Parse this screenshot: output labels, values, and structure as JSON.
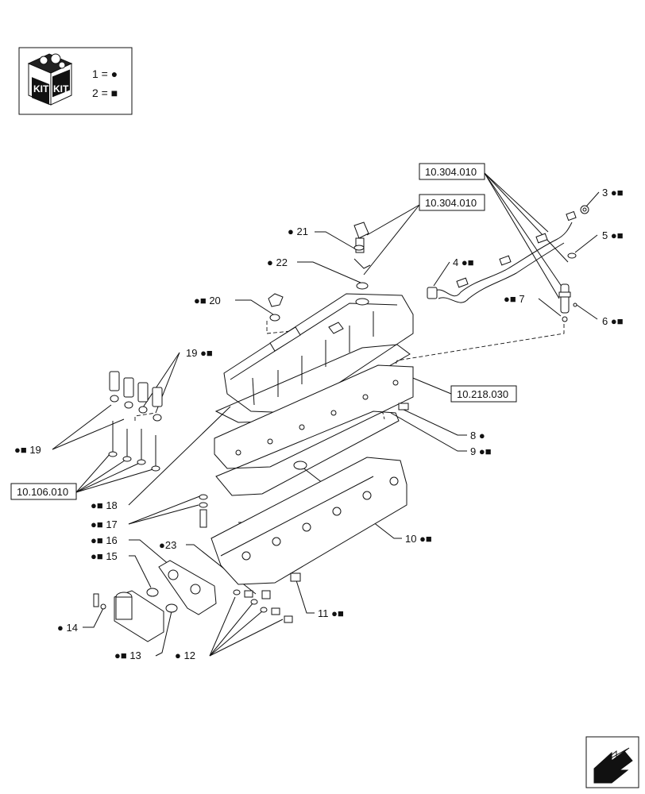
{
  "legend": {
    "kit_text_left": "KIT",
    "kit_text_right": "KIT",
    "entry1": "1 = ●",
    "entry2": "2 = ■"
  },
  "refs": {
    "ref_top": "10.304.010",
    "ref_mid": "10.304.010",
    "ref_head": "10.218.030",
    "ref_valve": "10.106.010"
  },
  "callouts": {
    "c3": "3 ●■",
    "c4": "4 ●■",
    "c5": "5 ●■",
    "c6": "6 ●■",
    "c7": "●■ 7",
    "c8": "8 ●",
    "c9": "9 ●■",
    "c10": "10 ●■",
    "c11": "11 ●■",
    "c12": "● 12",
    "c13": "●■ 13",
    "c14": "● 14",
    "c15": "●■ 15",
    "c16": "●■ 16",
    "c17": "●■ 17",
    "c18": "●■ 18",
    "c19a": "19 ●■",
    "c19b": "●■ 19",
    "c20": "●■ 20",
    "c21": "● 21",
    "c22": "● 22",
    "c23": "●23"
  }
}
